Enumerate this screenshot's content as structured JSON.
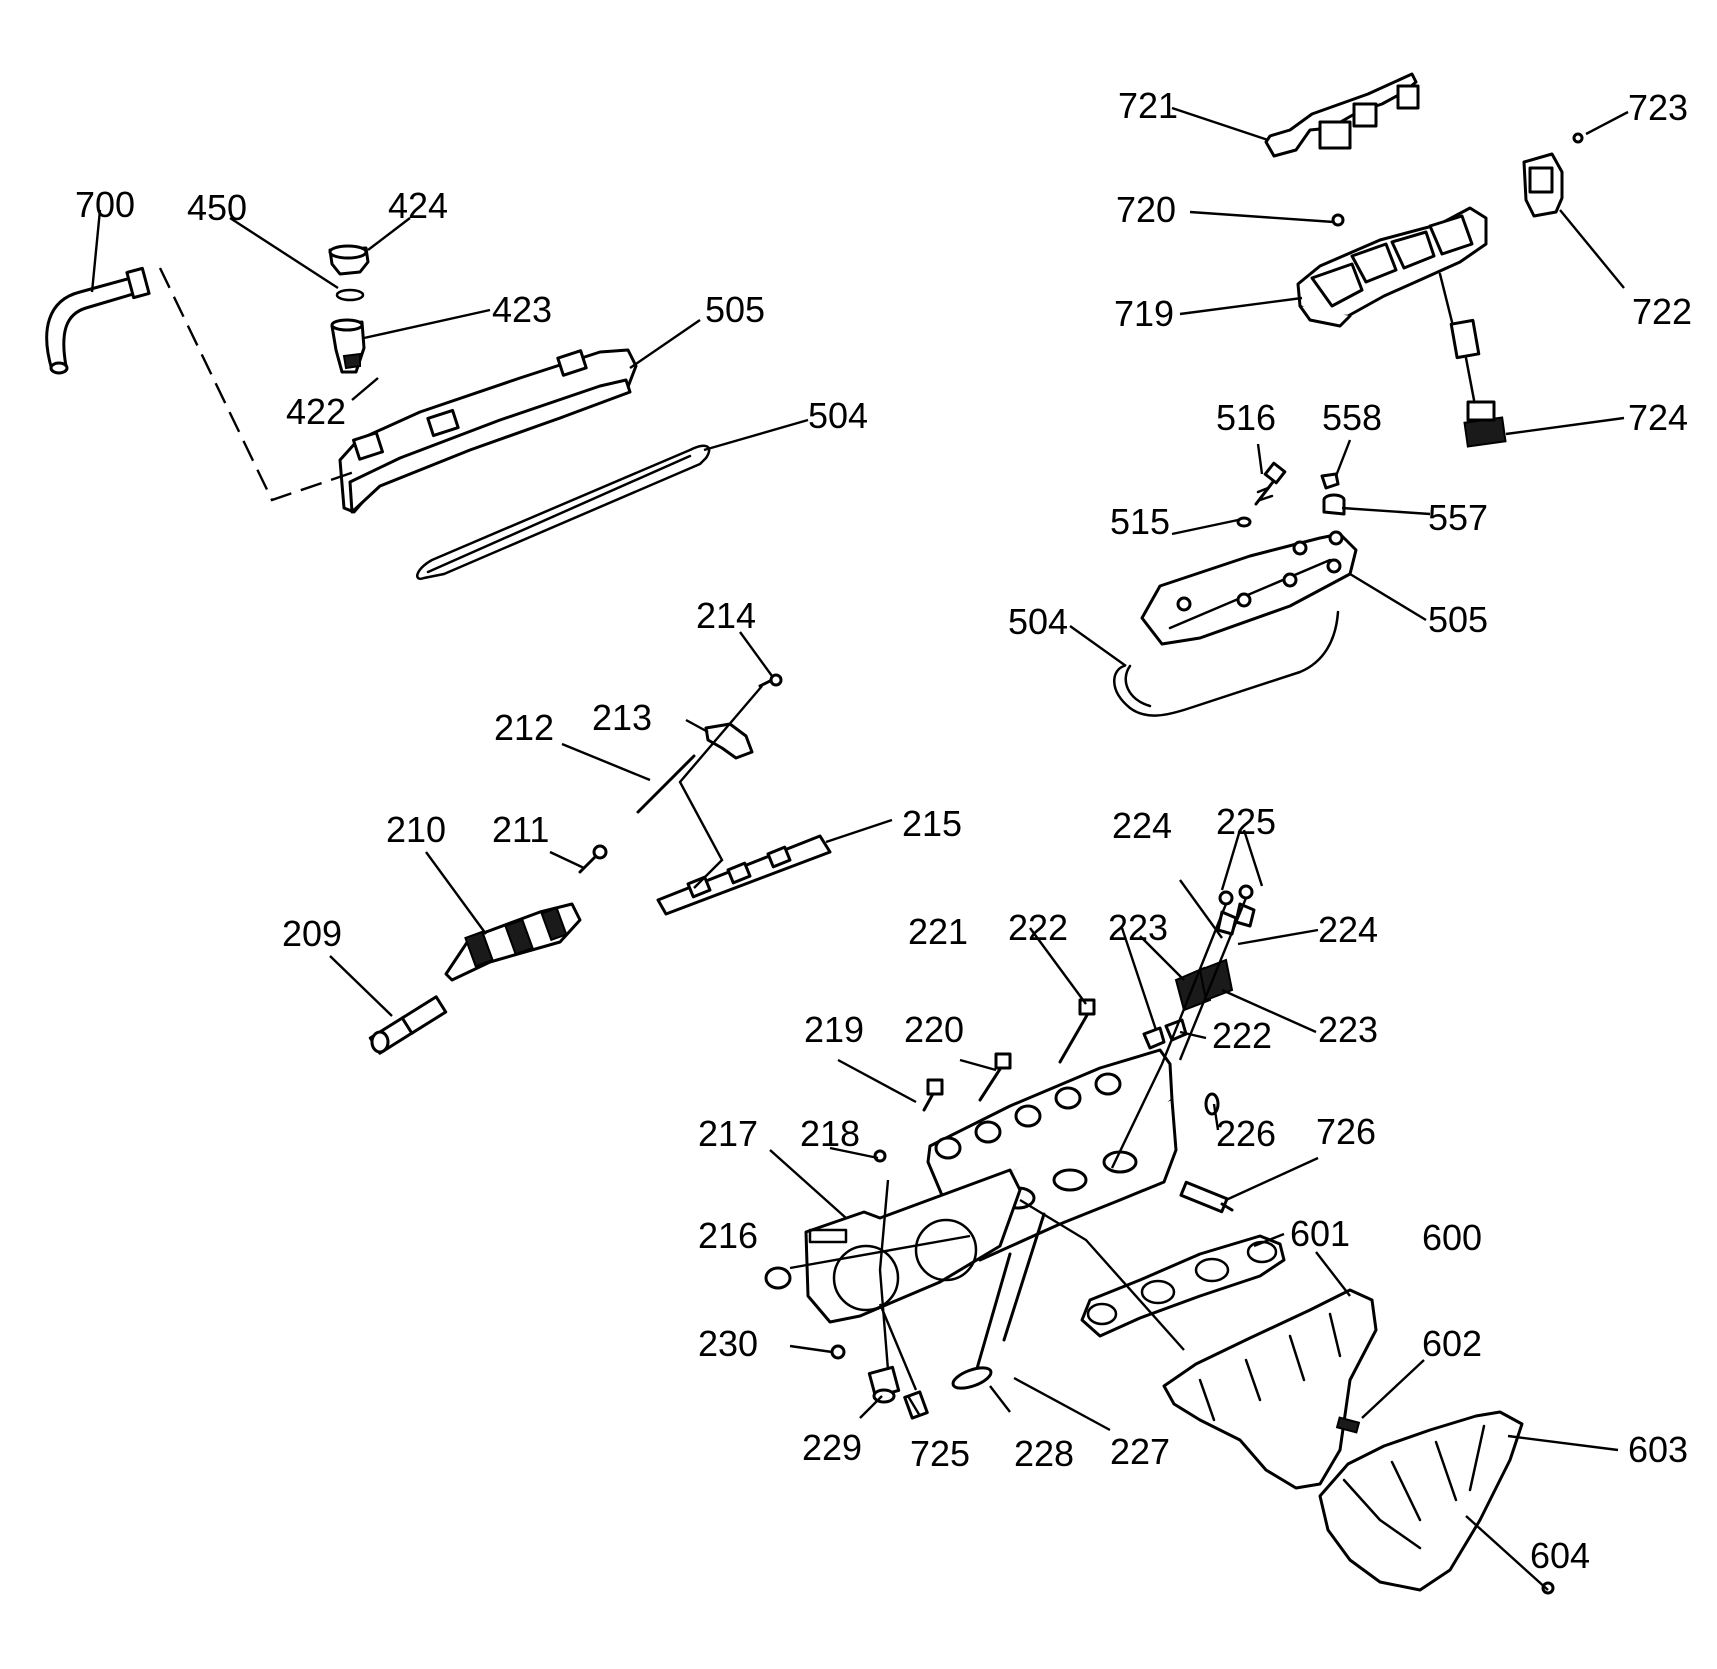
{
  "callouts": {
    "c700": "700",
    "c450": "450",
    "c424": "424",
    "c423": "423",
    "c422": "422",
    "c505a": "505",
    "c504a": "504",
    "c721": "721",
    "c723": "723",
    "c720": "720",
    "c719": "719",
    "c722": "722",
    "c724": "724",
    "c516": "516",
    "c558": "558",
    "c515": "515",
    "c557": "557",
    "c504b": "504",
    "c505b": "505",
    "c214": "214",
    "c213": "213",
    "c212": "212",
    "c215": "215",
    "c210": "210",
    "c211": "211",
    "c209": "209",
    "c224a": "224",
    "c225": "225",
    "c224b": "224",
    "c221": "221",
    "c222a": "222",
    "c223a": "223",
    "c223b": "223",
    "c222b": "222",
    "c219": "219",
    "c220": "220",
    "c226": "226",
    "c217": "217",
    "c218": "218",
    "c726": "726",
    "c216": "216",
    "c601": "601",
    "c600": "600",
    "c230": "230",
    "c602": "602",
    "c229": "229",
    "c725": "725",
    "c228": "228",
    "c227": "227",
    "c603": "603",
    "c604": "604"
  }
}
